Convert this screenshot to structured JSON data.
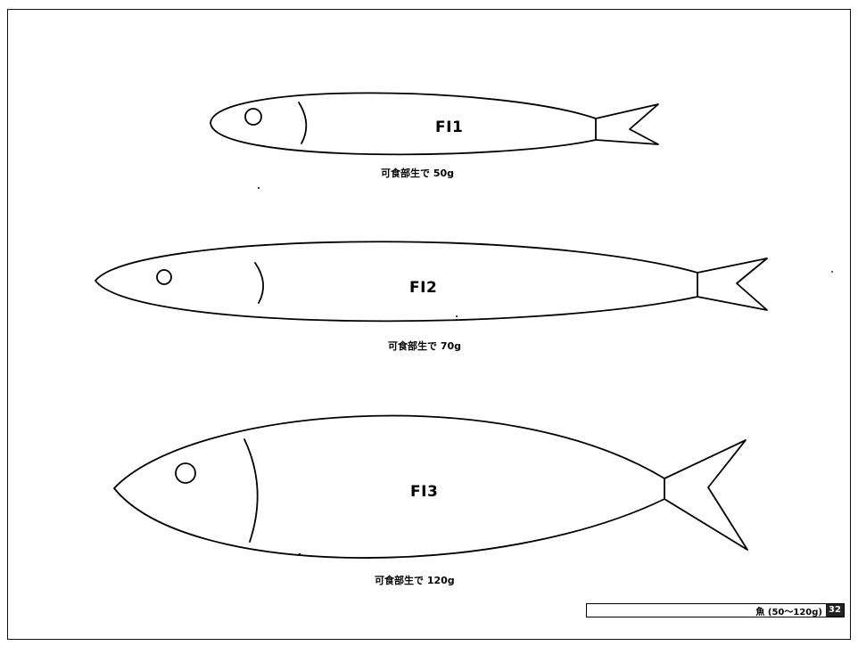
{
  "fish": [
    {
      "label": "FI1",
      "caption": "可食部生で 50g"
    },
    {
      "label": "FI2",
      "caption": "可食部生で 70g"
    },
    {
      "label": "FI3",
      "caption": "可食部生で 120g"
    }
  ],
  "footer": {
    "topic": "魚 (50～120g)",
    "page_number": "32"
  }
}
